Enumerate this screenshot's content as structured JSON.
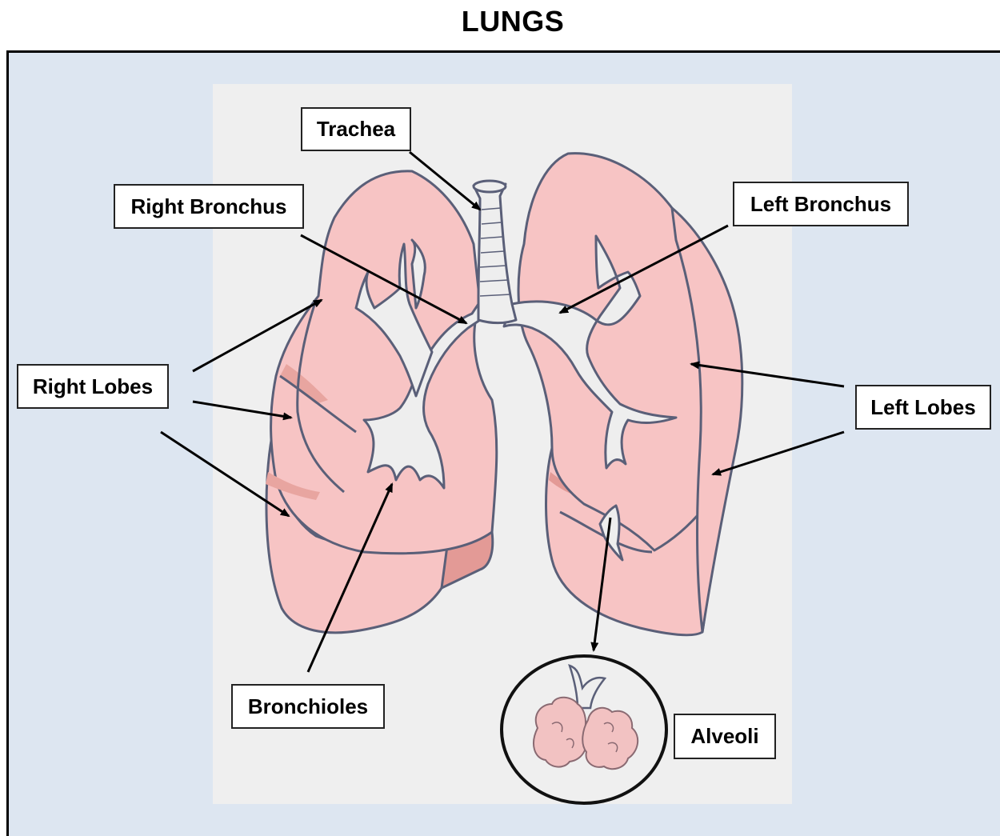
{
  "title": "LUNGS",
  "labels": {
    "trachea": "Trachea",
    "right_bronchus": "Right Bronchus",
    "left_bronchus": "Left Bronchus",
    "right_lobes": "Right Lobes",
    "left_lobes": "Left Lobes",
    "bronchioles": "Bronchioles",
    "alveoli": "Alveoli"
  },
  "colors": {
    "frame_background": "#dde6f1",
    "drawing_background": "#efefef",
    "lung_fill": "#f7c4c4",
    "lung_shadow": "#e8a5a0",
    "airway_fill": "#eeeeee",
    "outline": "#5a5f78"
  }
}
